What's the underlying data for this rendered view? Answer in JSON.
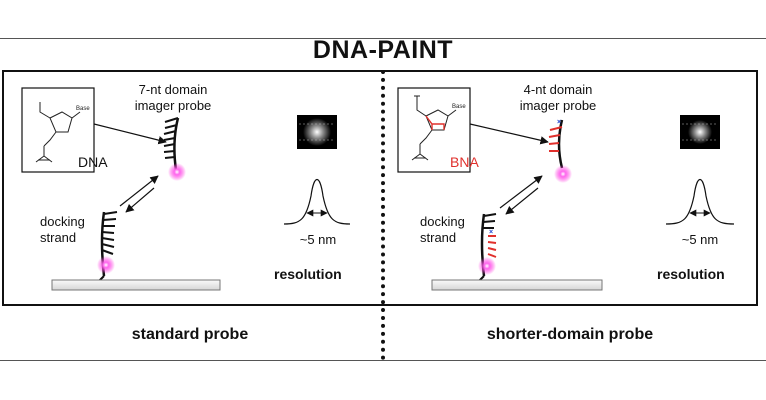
{
  "title": "DNA-PAINT",
  "left": {
    "chem_label": "DNA",
    "imager_label_line1": "7-nt domain",
    "imager_label_line2": "imager probe",
    "docking_line1": "docking",
    "docking_line2": "strand",
    "size": "~5 nm",
    "resolution": "resolution",
    "caption": "standard probe"
  },
  "right": {
    "chem_label": "BNA",
    "imager_label_line1": "4-nt domain",
    "imager_label_line2": "imager probe",
    "docking_line1": "docking",
    "docking_line2": "strand",
    "size": "~5 nm",
    "resolution": "resolution",
    "caption": "shorter-domain probe"
  },
  "chem_base_label": "Base",
  "colors": {
    "magenta": "#ff33dd",
    "bna_red": "#e0302c",
    "blue_mark": "#1a3fd0"
  }
}
